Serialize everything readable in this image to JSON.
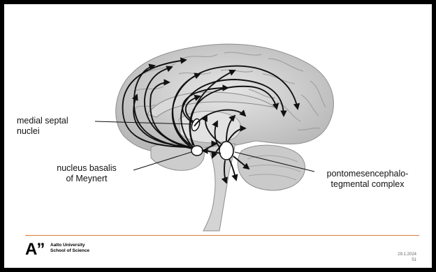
{
  "diagram": {
    "labels": {
      "medial_septal": "medial septal\nnuclei",
      "nucleus_basalis": "nucleus basalis\nof Meynert",
      "ppt": "pontomesencephalo-\ntegmental complex"
    }
  },
  "footer": {
    "logo_mark": "A”",
    "university": "Aalto University",
    "school": "School of Science",
    "date": "29.1.2024",
    "page": "51"
  },
  "colors": {
    "accent_line": "#e07a3a",
    "arrow": "#111111",
    "brain_gray": "#cfcfcf"
  }
}
